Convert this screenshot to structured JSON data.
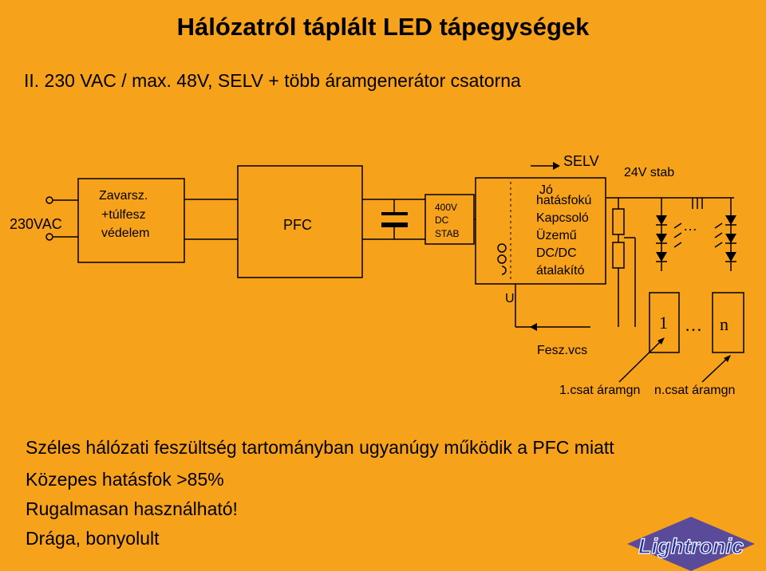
{
  "title": "Hálózatról táplált LED tápegységek",
  "subtitle": "II.  230 VAC / max. 48V, SELV + több áramgenerátor csatorna",
  "diagram": {
    "input_label": "230VAC",
    "protection_lines": [
      "Zavarsz.",
      "+túlfesz",
      "védelem"
    ],
    "pfc_label": "PFC",
    "dcstab_lines": [
      "400V",
      "DC",
      "STAB"
    ],
    "selv_label": "SELV",
    "converter_lines": [
      "Jó",
      "hatásfokú",
      "Kapcsoló",
      "Üzemű",
      "DC/DC",
      "átalakító"
    ],
    "stab_label": "24V stab",
    "u_label": "U",
    "fesz_label": "Fesz.vcs",
    "channel_first": "1",
    "channel_dots": "…",
    "channel_last": "n",
    "led_dots": "…",
    "current_first": "1.csat áramgn",
    "current_last": "n.csat áramgn"
  },
  "bullets": [
    "Széles hálózati feszültség tartományban ugyanúgy működik a PFC miatt",
    "Közepes hatásfok >85%",
    "Rugalmasan használható!",
    "Drága, bonyolult"
  ],
  "logo": {
    "text": "Lightronic",
    "fill": "#2233aa",
    "diamond": "#5a4a9a"
  }
}
